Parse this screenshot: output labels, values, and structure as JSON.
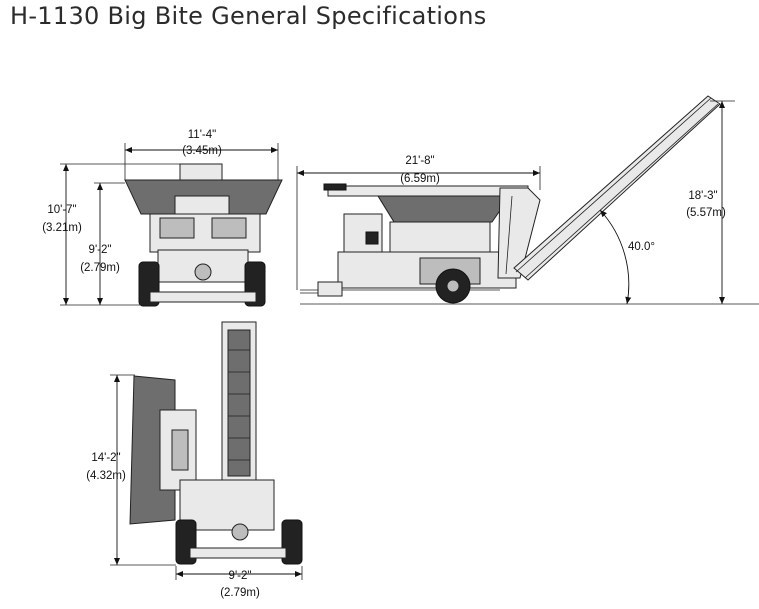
{
  "title": "H-1130 Big Bite General Specifications",
  "front_view": {
    "width_dim": "11'-4\"",
    "width_dim_metric": "(3.45m)",
    "overall_height": "10'-7\"",
    "overall_height_metric": "(3.21m)",
    "hopper_height": "9'-2\"",
    "hopper_height_metric": "(2.79m)"
  },
  "side_view": {
    "length_dim": "21'-8\"",
    "length_dim_metric": "(6.59m)",
    "conveyor_height": "18'-3\"",
    "conveyor_height_metric": "(5.57m)",
    "conveyor_angle": "40.0°"
  },
  "rear_view": {
    "height_dim": "14'-2\"",
    "height_dim_metric": "(4.32m)",
    "width_dim": "9'-2\"",
    "width_dim_metric": "(2.79m)"
  }
}
